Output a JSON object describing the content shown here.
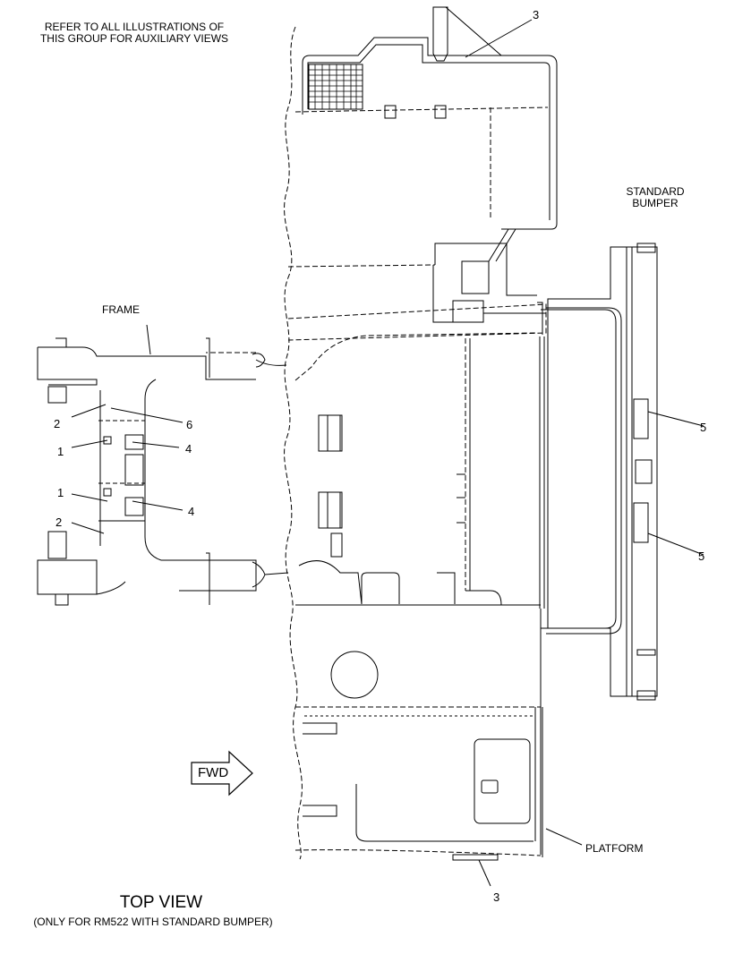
{
  "header_note": [
    "REFER TO ALL ILLUSTRATIONS OF",
    "THIS GROUP FOR AUXILIARY VIEWS"
  ],
  "labels": {
    "frame": "FRAME",
    "standard_bumper": [
      "STANDARD",
      "BUMPER"
    ],
    "platform": "PLATFORM",
    "fwd": "FWD"
  },
  "callouts": {
    "c3_top": "3",
    "c3_bottom": "3",
    "c5_upper": "5",
    "c5_lower": "5",
    "c2_upper": "2",
    "c2_lower": "2",
    "c6": "6",
    "c1_upper": "1",
    "c1_lower": "1",
    "c4_upper": "4",
    "c4_lower": "4"
  },
  "caption": {
    "title": "TOP VIEW",
    "subtitle": "(ONLY FOR RM522 WITH STANDARD BUMPER)"
  },
  "colors": {
    "ink": "#000000",
    "paper": "#ffffff"
  }
}
